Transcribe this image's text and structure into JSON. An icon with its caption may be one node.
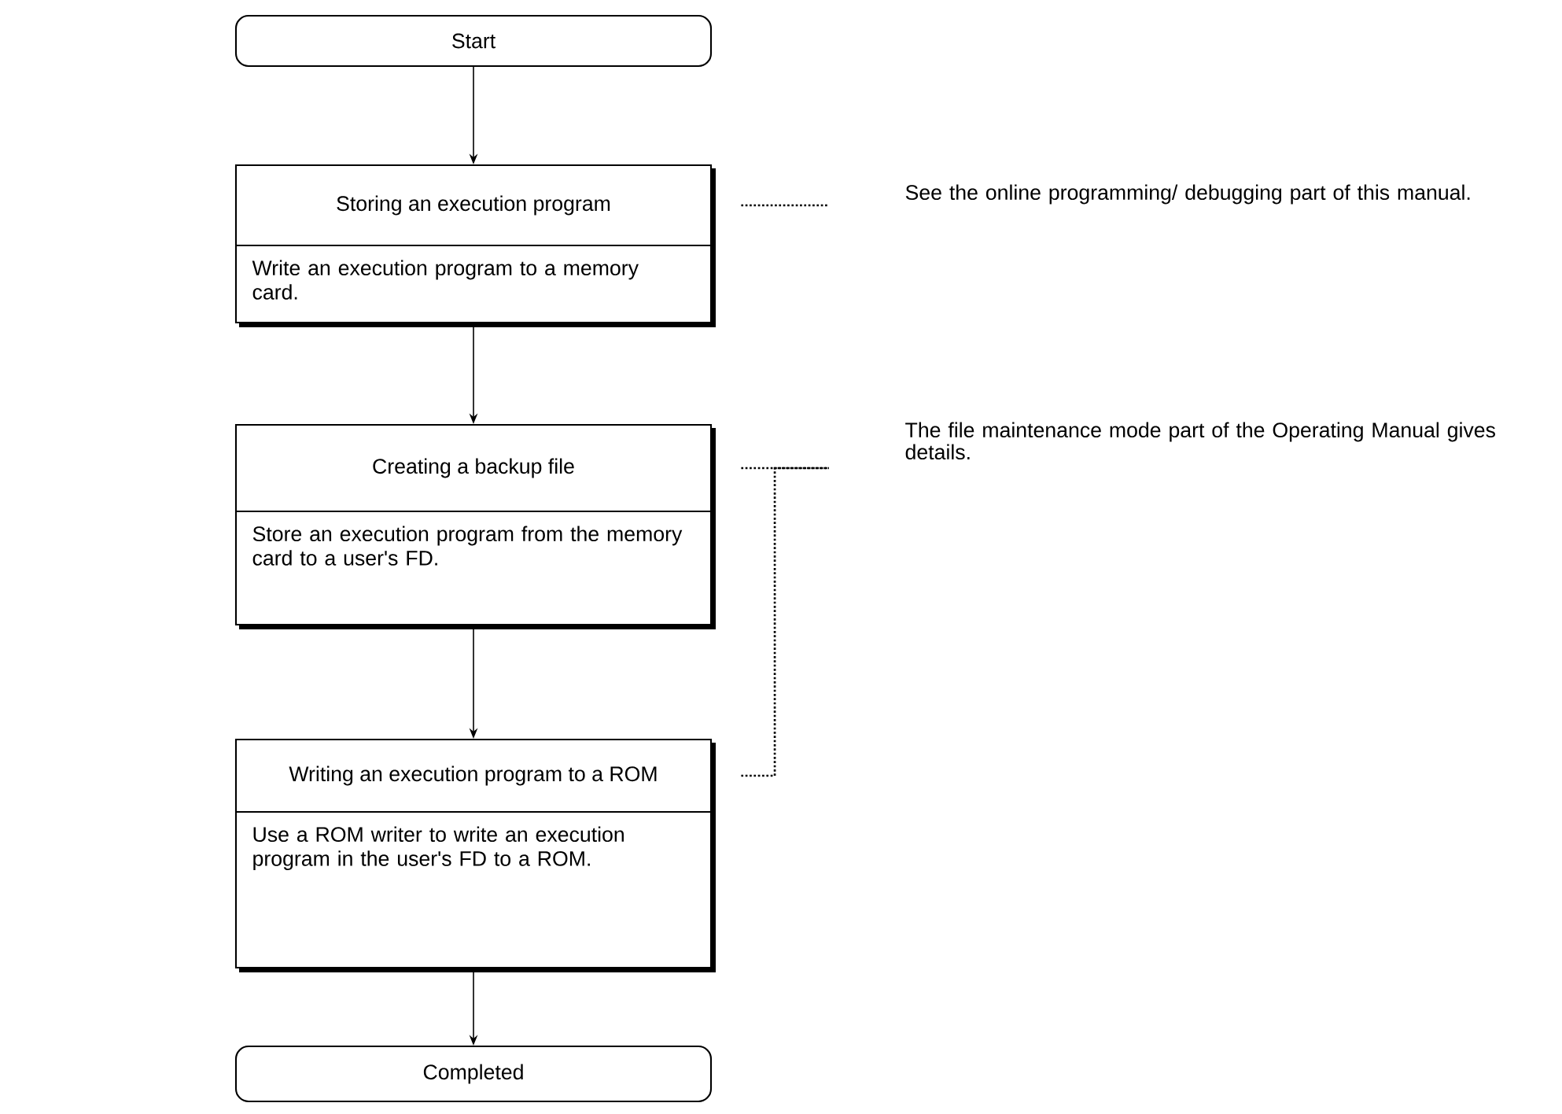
{
  "diagram": {
    "nodes": [
      {
        "text": [
          "Start"
        ]
      },
      {
        "text": [
          "Storing an execution program",
          "Write an execution program to a memory card."
        ]
      },
      {
        "text": [
          "Creating a backup file",
          "Store an execution program from the memory card to a user's FD."
        ]
      },
      {
        "text": [
          "Writing an execution program to a ROM",
          "Use a ROM writer to write an execution program in the user's FD to a ROM."
        ]
      },
      {
        "text": [
          "Completed"
        ]
      },
      {
        "text": [
          "See the online programming/ debugging part of this manual."
        ]
      },
      {
        "text": [
          "The file maintenance mode part of the Operating Manual gives details."
        ]
      }
    ],
    "edges": [
      {
        "from": 0,
        "to": 1,
        "arrow": "to"
      },
      {
        "from": 1,
        "to": 2,
        "arrow": "to"
      },
      {
        "from": 2,
        "to": 3,
        "arrow": "to"
      },
      {
        "from": 3,
        "to": 4,
        "arrow": "to"
      },
      {
        "from": 1,
        "to": 5,
        "arrow": "none",
        "style": "dashed"
      },
      {
        "from": 2,
        "to": 6,
        "arrow": "none",
        "style": "dashed"
      },
      {
        "from": 3,
        "to": 6,
        "arrow": "none",
        "style": "dashed"
      }
    ]
  }
}
